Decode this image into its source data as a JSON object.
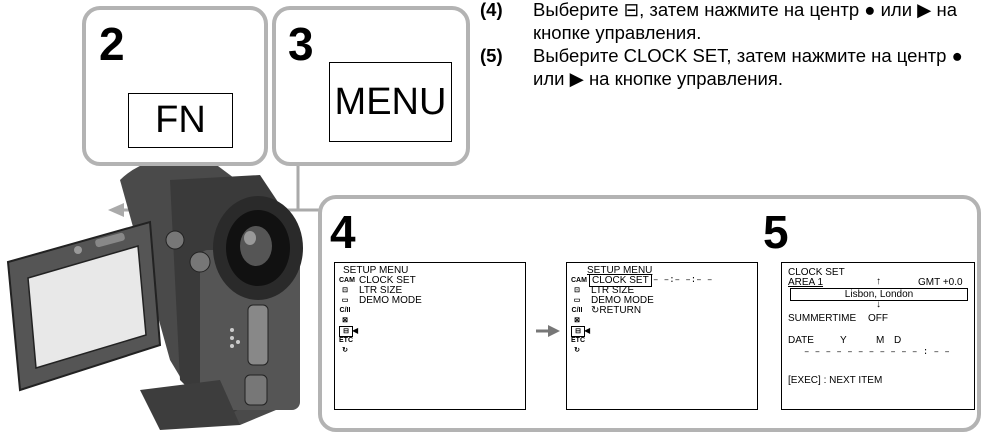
{
  "instructions": [
    {
      "num": "(4)",
      "text": "Выберите ⊟, затем нажмите на центр ● или ▶ на кнопке управления."
    },
    {
      "num": "(5)",
      "text": "Выберите CLOCK SET, затем нажмите на центр ● или ▶ на кнопке управления."
    }
  ],
  "step2": {
    "number": "2",
    "button": "FN"
  },
  "step3": {
    "number": "3",
    "button": "MENU"
  },
  "step4": {
    "number": "4",
    "screen_a": {
      "title": "SETUP MENU",
      "items": [
        "CLOCK SET",
        "LTR SIZE",
        "DEMO MODE"
      ]
    },
    "screen_b": {
      "title": "SETUP MENU",
      "items": [
        "CLOCK SET",
        "LTR SIZE",
        "DEMO MODE",
        "↻RETURN"
      ],
      "time": "– –:– –:– –"
    },
    "icons": [
      "CAM",
      "⊡",
      "▭",
      "C/II",
      "⊠",
      "⊟",
      "ETC",
      "↻"
    ]
  },
  "step5": {
    "number": "5",
    "title": "CLOCK SET",
    "area": "AREA 1",
    "gmt": "GMT +0.0",
    "city": "Lisbon, London",
    "summertime_label": "SUMMERTIME",
    "summertime_value": "OFF",
    "date_label": "DATE",
    "y": "Y",
    "m": "M",
    "d": "D",
    "date_value": "– – – –  – – –  – –  – – : – –",
    "footer": "[EXEC] : NEXT ITEM"
  }
}
